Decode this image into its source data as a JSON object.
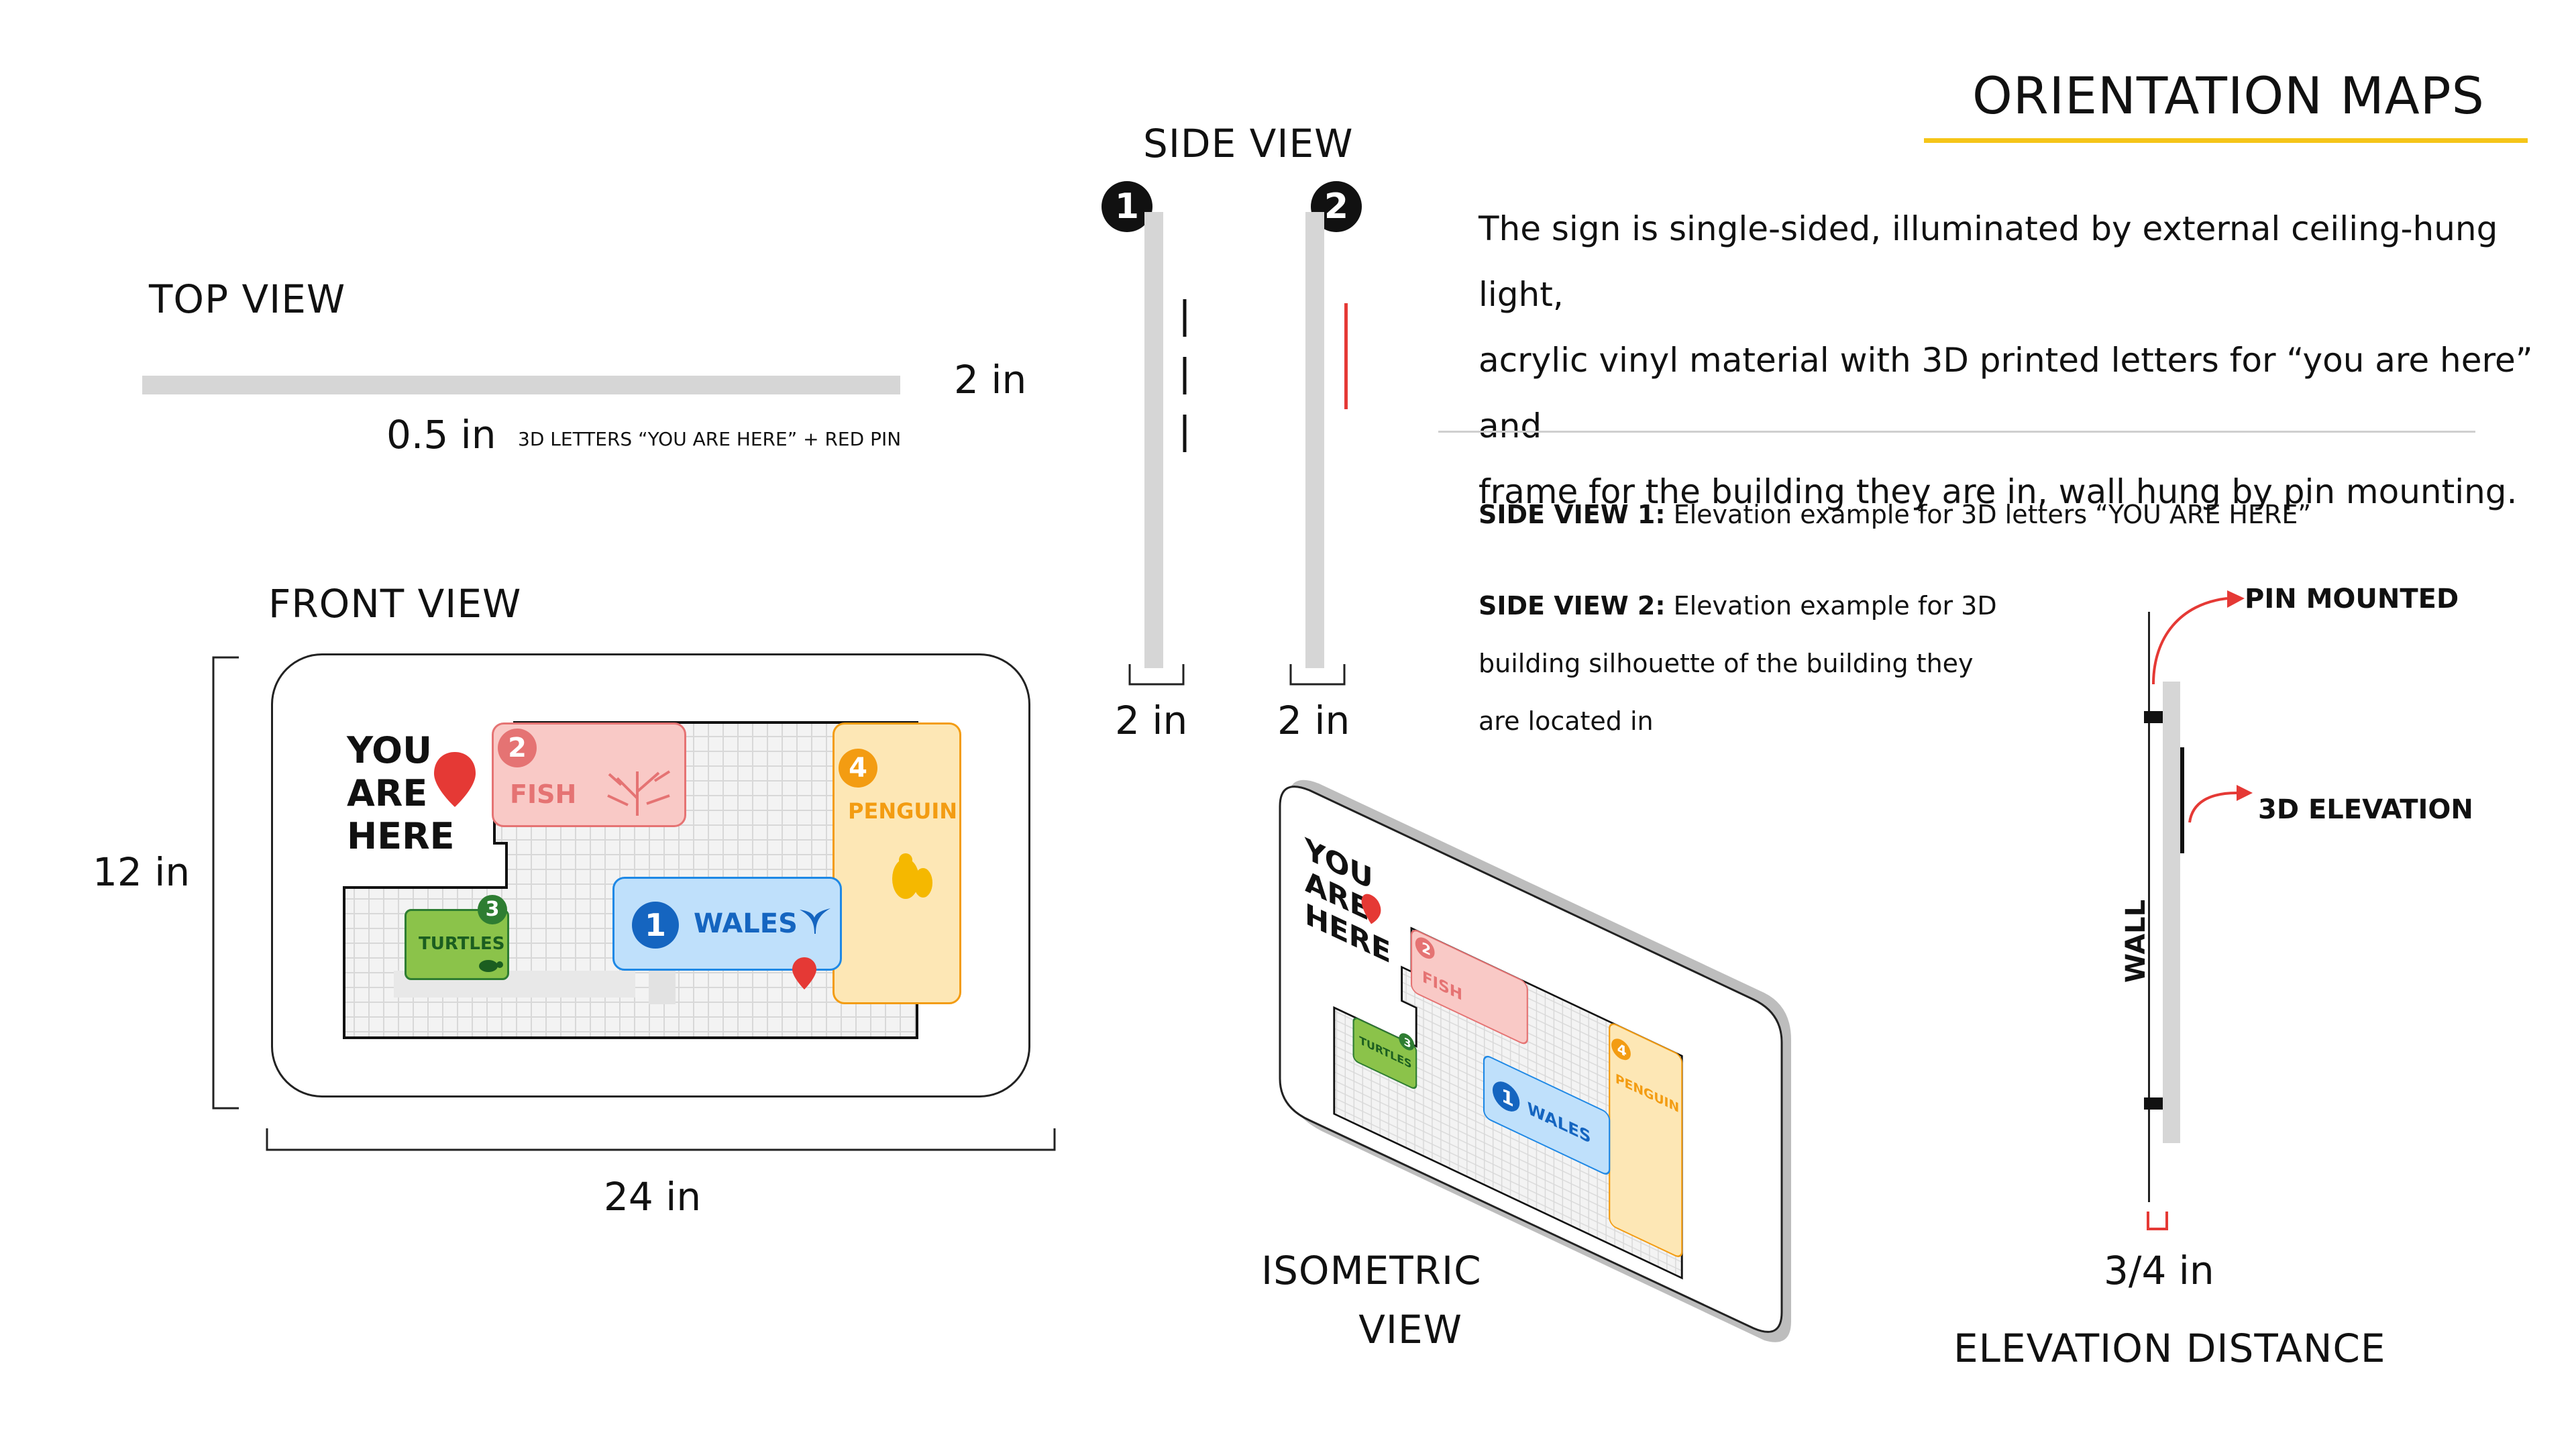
{
  "title": "ORIENTATION MAPS",
  "colors": {
    "accent": "#f5c518",
    "grey": "#d6d6d6",
    "red": "#e53935",
    "blue": "#1565c0",
    "green": "#2e7d32",
    "orange": "#f39c12",
    "pink": "#f28b82"
  },
  "top_view": {
    "heading": "TOP VIEW",
    "dim_panel": "2 in",
    "dim_letters": "0.5 in",
    "letters_note": "3D LETTERS “YOU ARE HERE” + RED PIN"
  },
  "front_view": {
    "heading": "FRONT VIEW",
    "height": "12 in",
    "width": "24 in"
  },
  "map": {
    "you_are_here": [
      "YOU",
      "ARE",
      "HERE"
    ],
    "zones": [
      {
        "number": "1",
        "name": "WALES",
        "color": "#1565c0",
        "fill": "#bfe0fb"
      },
      {
        "number": "2",
        "name": "FISH",
        "color": "#e57373",
        "fill": "#f9c9c6"
      },
      {
        "number": "3",
        "name": "TURTLES",
        "color": "#2e7d32",
        "fill": "#8bc34a"
      },
      {
        "number": "4",
        "name": "PENGUIN",
        "color": "#f39c12",
        "fill": "#fde7b5"
      }
    ],
    "icon_names": [
      "whale-tail-icon",
      "coral-icon",
      "turtle-icon",
      "penguin-icon",
      "map-pin-icon"
    ]
  },
  "side_view": {
    "heading": "SIDE VIEW",
    "panels": [
      {
        "number": "1",
        "dim": "2 in"
      },
      {
        "number": "2",
        "dim": "2 in"
      }
    ]
  },
  "description": [
    "The sign is single-sided, illuminated by external ceiling-hung light,",
    "acrylic vinyl material with 3D printed letters for “you are here” and",
    "frame for the building they are in, wall hung by pin mounting."
  ],
  "notes": {
    "side1_label": "SIDE VIEW 1:",
    "side1_text": " Elevation example for 3D letters “YOU ARE HERE”",
    "side2_label": "SIDE VIEW 2:",
    "side2_lines": [
      " Elevation example for 3D",
      "building silhouette of the building they",
      "are located in"
    ]
  },
  "isometric": {
    "heading_lines": [
      "ISOMETRIC",
      "VIEW"
    ]
  },
  "elevation": {
    "pin_label": "PIN MOUNTED",
    "elevation_label": "3D ELEVATION",
    "wall_label": "WALL",
    "distance": "3/4 in",
    "heading": "ELEVATION DISTANCE"
  }
}
